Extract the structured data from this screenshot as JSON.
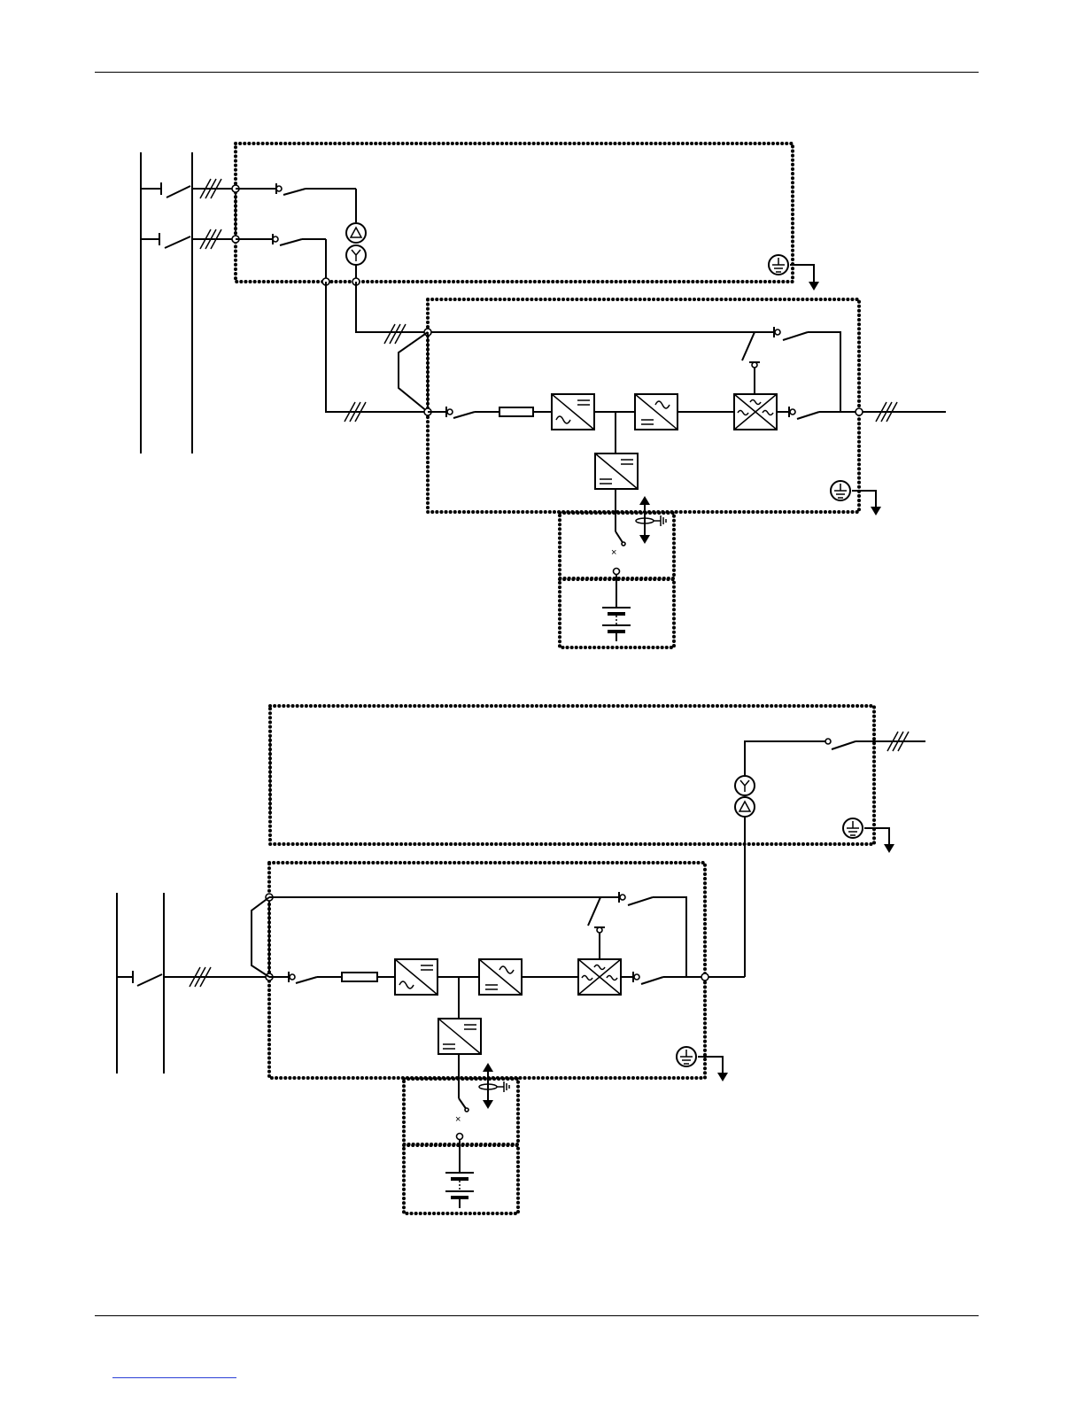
{
  "page": {
    "header_rule": true,
    "footer_rule": true,
    "footer_link_underline": true
  },
  "diagrams": [
    {
      "id": "upper",
      "symbols": [
        "switch",
        "breaker",
        "transformer-delta-wye",
        "fuse",
        "rectifier",
        "inverter",
        "booster",
        "static-switch",
        "battery",
        "earth-ground"
      ]
    },
    {
      "id": "lower",
      "symbols": [
        "switch",
        "breaker",
        "transformer-wye-delta",
        "fuse",
        "rectifier",
        "inverter",
        "booster",
        "static-switch",
        "battery",
        "earth-ground"
      ]
    }
  ],
  "colors": {
    "line": "#000000",
    "footer_link": "#2a3fd6"
  }
}
